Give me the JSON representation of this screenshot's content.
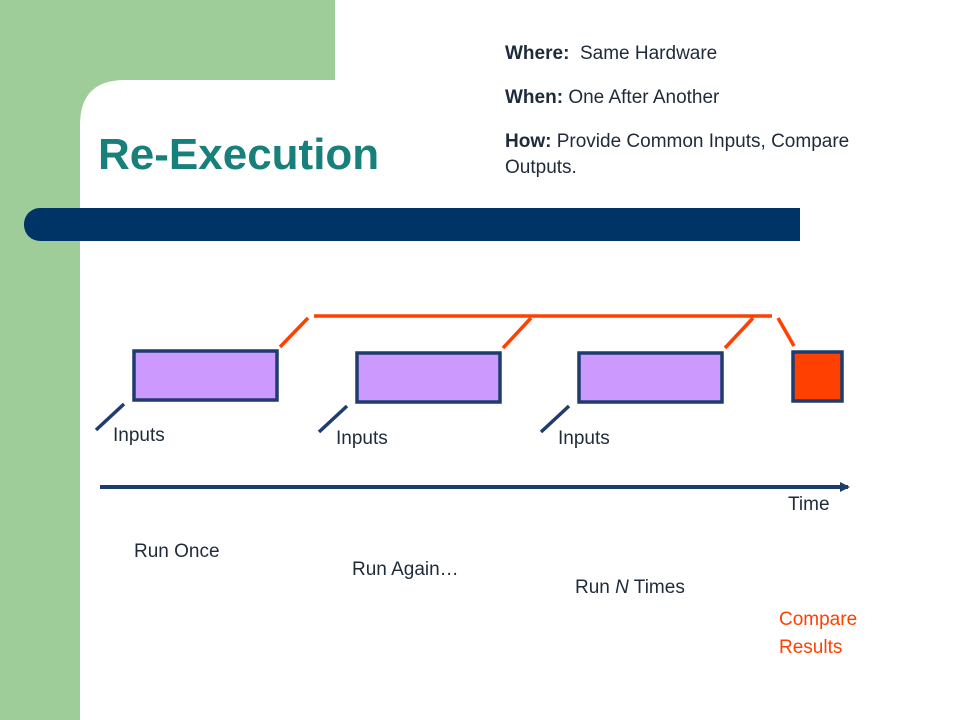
{
  "colors": {
    "sidebar_green": "#9fcd99",
    "title_teal": "#17807a",
    "bar_navy": "#003366",
    "run_box_fill": "#cc99ff",
    "accent_red": "#ff4000"
  },
  "slide": {
    "title": "Re-Execution"
  },
  "info": {
    "where_label": "Where:",
    "where_value": "Same Hardware",
    "when_label": "When:",
    "when_value": "One After Another",
    "how_label": "How:",
    "how_value": "Provide Common Inputs, Compare Outputs."
  },
  "diagram": {
    "inputs": [
      "Inputs",
      "Inputs",
      "Inputs"
    ],
    "time_label": "Time",
    "run_once": "Run Once",
    "run_again": "Run Again…",
    "run_n_prefix": "Run ",
    "run_n_var": "N",
    "run_n_suffix": " Times",
    "compare_line1": "Compare",
    "compare_line2": "Results"
  }
}
